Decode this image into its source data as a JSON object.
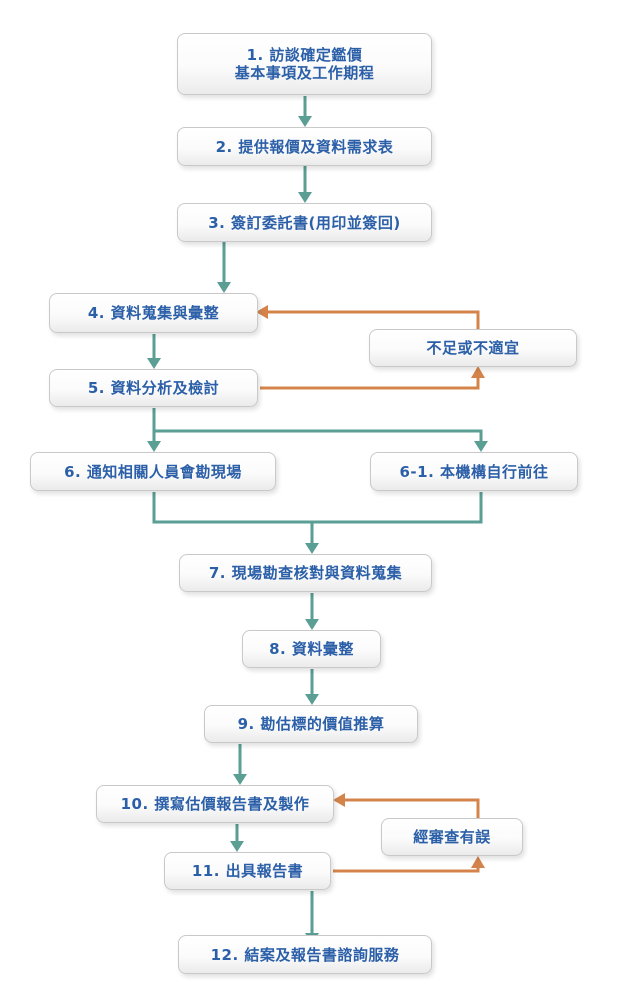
{
  "colors": {
    "flow": "#5a9e94",
    "loop": "#d4844a",
    "text": "#2b5fa8"
  },
  "steps": {
    "s1": {
      "line1": "1. 訪談確定鑑價",
      "line2": "基本事項及工作期程"
    },
    "s2": "2. 提供報價及資料需求表",
    "s3": "3. 簽訂委託書(用印並簽回)",
    "s4": "4. 資料蒐集與彙整",
    "s5": "5. 資料分析及檢討",
    "insufficient": "不足或不適宜",
    "s6": "6. 通知相關人員會勘現場",
    "s6_1": "6-1. 本機構自行前往",
    "s7": "7. 現場勘查核對與資料蒐集",
    "s8": "8. 資料彙整",
    "s9": "9. 勘估標的價值推算",
    "s10": "10. 撰寫估價報告書及製作",
    "review_error": "經審查有誤",
    "s11": "11. 出具報告書",
    "s12": "12. 結案及報告書諮詢服務"
  }
}
